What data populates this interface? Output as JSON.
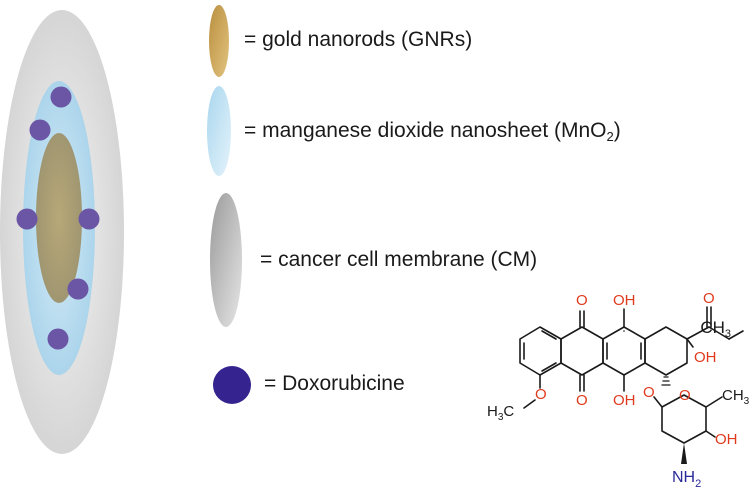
{
  "legend": {
    "gnr": {
      "label": "= gold nanorods (GNRs)",
      "color": "#c9a35a"
    },
    "mno2": {
      "label_prefix": "= manganese dioxide nanosheet (MnO",
      "label_sub": "2",
      "label_suffix": ")",
      "color": "#bfe1f2"
    },
    "cm": {
      "label": "= cancer cell membrane (CM)",
      "color": "#b5b5b5"
    },
    "dox": {
      "label": "= Doxorubicine",
      "color": "#35238f"
    }
  },
  "molecule": {
    "atom_O": "O",
    "atom_OH": "OH",
    "group_CH3": "CH",
    "sub_3": "3",
    "methoxy_H3C_main": "H",
    "methoxy_H3C_sub": "3",
    "methoxy_C": "C",
    "amine_N": "NH",
    "sub_2": "2",
    "colors": {
      "oxygen": "#e03a1e",
      "nitrogen": "#2b2a9a",
      "carbon": "#1a1a1a"
    }
  }
}
